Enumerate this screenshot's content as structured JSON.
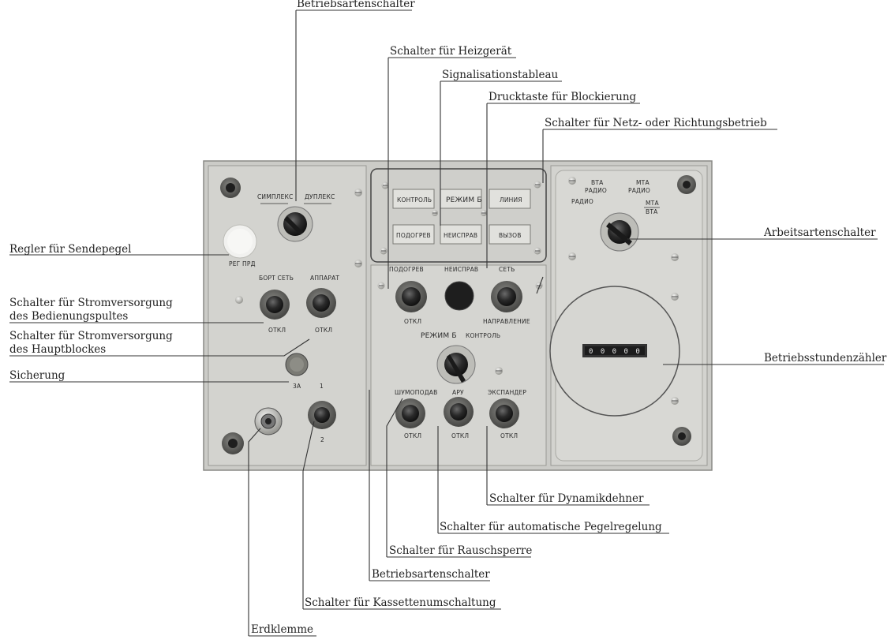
{
  "callouts": {
    "betriebsartenschalter_top": "Betriebsartenschalter",
    "schalter_heizgeraet": "Schalter für Heizgerät",
    "signalisationstableau": "Signalisationstableau",
    "drucktaste_blockierung": "Drucktaste für Blockierung",
    "schalter_netz_richtung": "Schalter für Netz- oder Richtungsbetrieb",
    "regler_sendepegel": "Regler für Sendepegel",
    "strom_bedienpult_1": "Schalter für Stromversorgung",
    "strom_bedienpult_2": "des Bedienungspultes",
    "strom_hauptblock_1": "Schalter für Stromversorgung",
    "strom_hauptblock_2": "des Hauptblockes",
    "sicherung": "Sicherung",
    "arbeitsartenschalter": "Arbeitsartenschalter",
    "betriebsstundenzaehler": "Betriebsstundenzähler",
    "dynamikdehner": "Schalter für Dynamikdehner",
    "pegelregelung": "Schalter für automatische Pegelregelung",
    "rauschsperre": "Schalter für Rauschsperre",
    "betriebsartenschalter_bottom": "Betriebsartenschalter",
    "kassettenumschaltung": "Schalter für Kassettenumschaltung",
    "erdklemme": "Erdklemme"
  },
  "panel_labels": {
    "simpleks": "СИМПЛЕКС",
    "dupleks": "ДУПЛЕКС",
    "reg_prd": "РЕГ ПРД",
    "bort_set": "БОРТ СЕТЬ",
    "apparat": "АППАРАТ",
    "otkl_1": "ОТКЛ",
    "otkl_2": "ОТКЛ",
    "fuse": "3А",
    "kass_1": "1",
    "kass_2": "2",
    "tab_kontrol": "КОНТРОЛЬ",
    "tab_rezhim_b": "РЕЖИМ Б",
    "tab_liniya": "ЛИНИЯ",
    "tab_podogrev": "ПОДОГРЕВ",
    "tab_neisprav": "НЕИСПРАВ",
    "tab_vyzov": "ВЫЗОВ",
    "sw_podogrev": "ПОДОГРЕВ",
    "sw_neisprav": "НЕИСПРАВ",
    "sw_set": "СЕТЬ",
    "sw_otkl": "ОТКЛ",
    "sw_napravlenie": "НАПРАВЛЕНИЕ",
    "mode_rezhim_b": "РЕЖИМ Б",
    "mode_kontrol": "КОНТРОЛЬ",
    "sw_shumoglad": "ШУМОПОДАВ",
    "sw_aru": "АРУ",
    "sw_ekspander": "ЭКСПАНДЕР",
    "sw_otkl_a": "ОТКЛ",
    "sw_otkl_b": "ОТКЛ",
    "sw_otkl_c": "ОТКЛ",
    "work_vta_radio": "ВТА",
    "work_radio_top": "РАДИО",
    "work_mta": "МТА",
    "work_radio2": "РАДИО",
    "work_radio_left": "РАДИО",
    "work_mta_vta": "МТА",
    "work_vta2": "ВТА",
    "counter": "0 0 0 0 0"
  },
  "colors": {
    "panel": "#cfcfcb",
    "panel_shade": "#b9b9b4",
    "knob": "#2b2b2b",
    "line": "#333333"
  }
}
